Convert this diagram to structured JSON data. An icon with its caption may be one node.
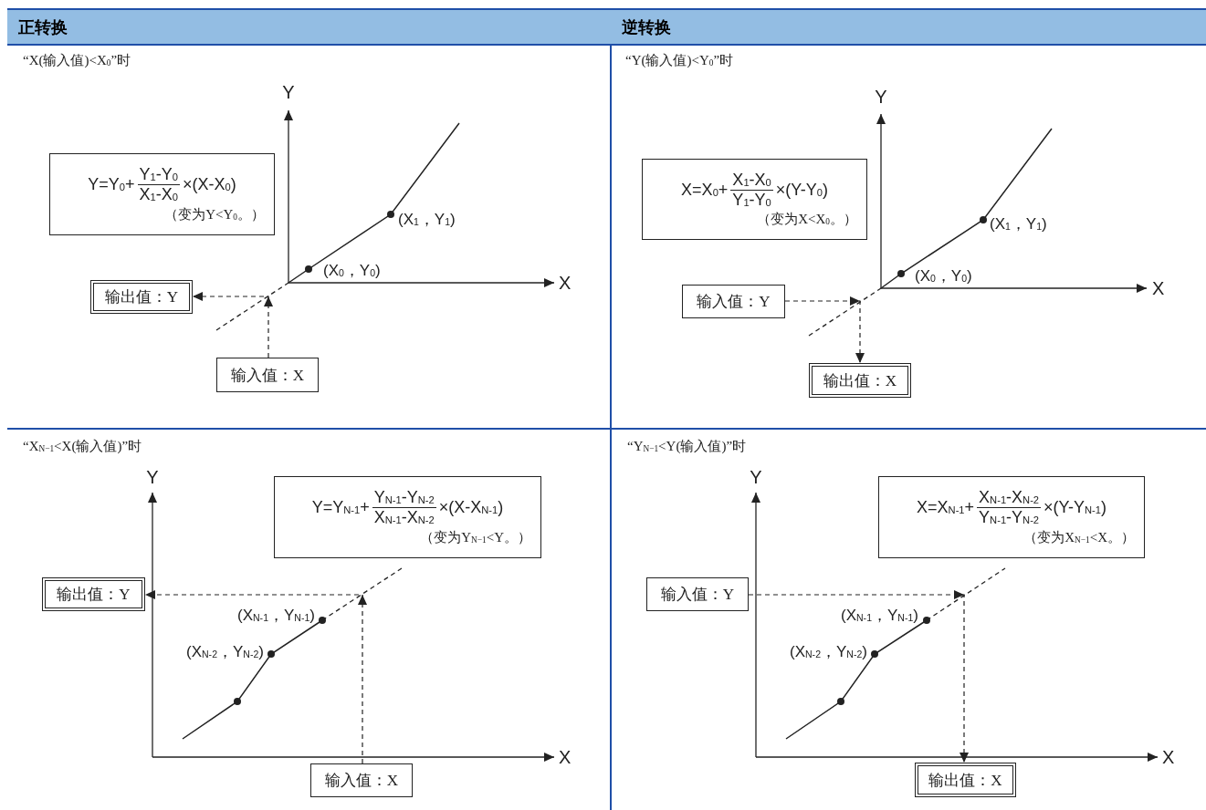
{
  "diagram": {
    "nodes": [
      {
        "text": [
          "正转换"
        ]
      },
      {
        "text": [
          "逆转换"
        ]
      },
      {
        "text": [
          "Y=Y$_{0}$+",
          "Y$_{1}$-Y$_{0}$",
          "X$_{1}$-X$_{0}$",
          "×(X-X$_{0}$)",
          "（变为Y<Y$_{0}$。）"
        ]
      },
      {
        "text": [
          "输出值：Y"
        ]
      },
      {
        "text": [
          "输入值：X"
        ]
      },
      {
        "text": [
          "X=X$_{0}$+",
          "X$_{1}$-X$_{0}$",
          "Y$_{1}$-Y$_{0}$",
          "×(Y-Y$_{0}$)",
          "（变为X<X$_{0}$。）"
        ]
      },
      {
        "text": [
          "输入值：Y"
        ]
      },
      {
        "text": [
          "输出值：X"
        ]
      },
      {
        "text": [
          "Y=Y$_{N-1}$+",
          "Y$_{N-1}$-Y$_{N-2}$",
          "X$_{N-1}$-X$_{N-2}$",
          "×(X-X$_{N-1}$)",
          "（变为Y$_{N−1}$<Y。）"
        ]
      },
      {
        "text": [
          "输出值：Y"
        ]
      },
      {
        "text": [
          "输入值：X"
        ]
      },
      {
        "text": [
          "X=X$_{N-1}$+",
          "X$_{N-1}$-X$_{N-2}$",
          "Y$_{N-1}$-Y$_{N-2}$",
          "×(Y-Y$_{N-1}$)",
          "（变为X$_{N−1}$<X。）"
        ]
      },
      {
        "text": [
          "输入值：Y"
        ]
      },
      {
        "text": [
          "输出值：X"
        ]
      }
    ],
    "edges": [
      {
        "from": 4,
        "to": 3,
        "arrow": "to",
        "style": "dashed"
      },
      {
        "from": 6,
        "to": 7,
        "arrow": "to",
        "style": "dashed"
      },
      {
        "from": 10,
        "to": 9,
        "arrow": "to",
        "style": "dashed"
      },
      {
        "from": 12,
        "to": 13,
        "arrow": "to",
        "style": "dashed"
      }
    ],
    "labels": [
      "“X(输入值)<X$_{0}$”时",
      "Y",
      "(X$_{1}$，Y$_{1}$)",
      "(X$_{0}$，Y$_{0}$)",
      "X",
      "“Y(输入值)<Y$_{0}$”时",
      "Y",
      "(X$_{1}$，Y$_{1}$)",
      "(X$_{0}$，Y$_{0}$)",
      "X",
      "“X$_{N−1}$<X(输入值)”时",
      "Y",
      "(X$_{N-1}$，Y$_{N-1}$)",
      "(X$_{N-2}$，Y$_{N-2}$)",
      "X",
      "“Y$_{N−1}$<Y(输入值)”时",
      "Y",
      "(X$_{N-1}$，Y$_{N-1}$)",
      "(X$_{N-2}$，Y$_{N-2}$)",
      "X"
    ]
  }
}
